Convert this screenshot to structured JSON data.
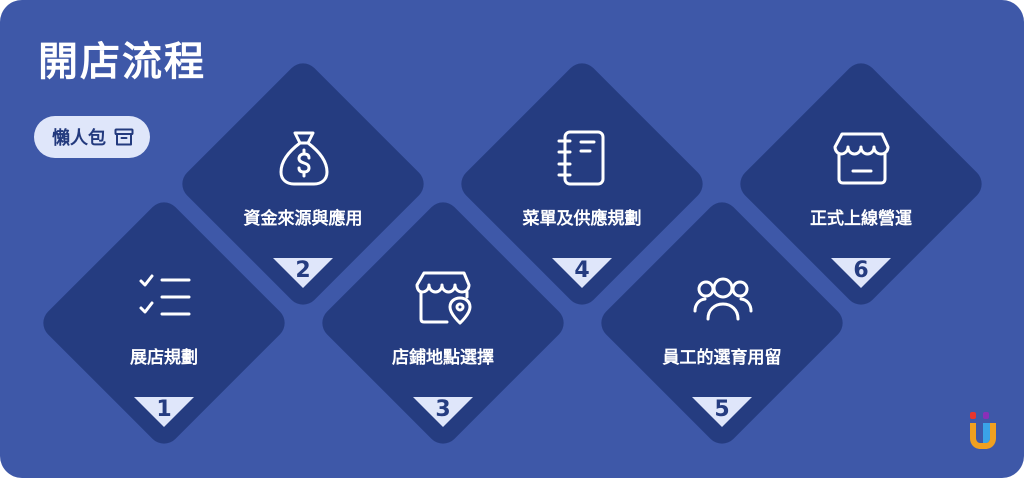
{
  "page": {
    "title": "開店流程",
    "badge_label": "懶人包"
  },
  "colors": {
    "background": "#3e58a8",
    "diamond": "#253c80",
    "badge": "#dfe6fa",
    "text": "#ffffff"
  },
  "steps": [
    {
      "number": "1",
      "label": "展店規劃",
      "icon": "checklist-icon"
    },
    {
      "number": "2",
      "label": "資金來源與應用",
      "icon": "money-bag-icon"
    },
    {
      "number": "3",
      "label": "店鋪地點選擇",
      "icon": "store-location-icon"
    },
    {
      "number": "4",
      "label": "菜單及供應規劃",
      "icon": "notebook-icon"
    },
    {
      "number": "5",
      "label": "員工的選育用留",
      "icon": "people-group-icon"
    },
    {
      "number": "6",
      "label": "正式上線營運",
      "icon": "storefront-icon"
    }
  ]
}
